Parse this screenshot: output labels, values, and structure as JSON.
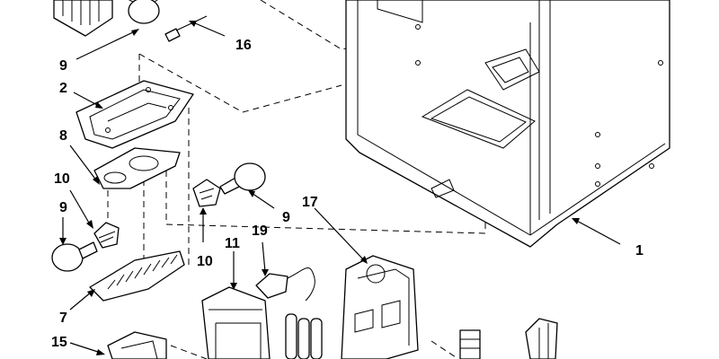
{
  "callouts": {
    "c1": "1",
    "c2": "2",
    "c7": "7",
    "c8": "8",
    "c9_top": "9",
    "c9_left": "9",
    "c9_right": "9",
    "c10_left": "10",
    "c10_mid": "10",
    "c11": "11",
    "c15": "15",
    "c16": "16",
    "c17": "17",
    "c19": "19"
  }
}
